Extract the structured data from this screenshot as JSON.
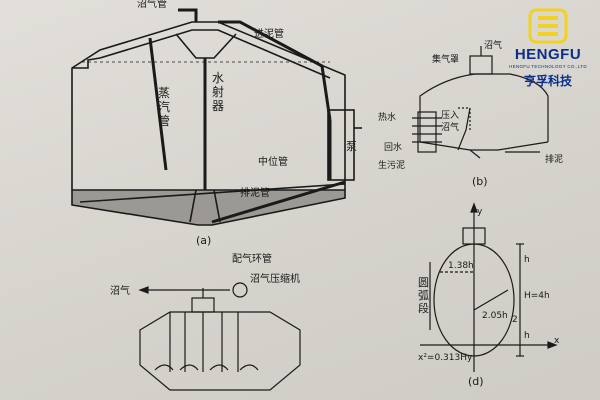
{
  "diagram": {
    "a": {
      "caption": "(a)",
      "labels": {
        "biogas_pipe": "沼气管",
        "sludge_inlet": "进泥管",
        "water_ejector": "水射器",
        "steam_pipe": "蒸汽管",
        "pump": "泵",
        "middle_pipe": "中位管",
        "discharge_pipe": "排泥管"
      }
    },
    "b": {
      "caption": "(b)",
      "labels": {
        "biogas": "沼气",
        "gas_hood": "集气罩",
        "hot_water": "热水",
        "press_in_biogas": "压入沼气",
        "return_water": "回水",
        "raw_sludge": "生污泥",
        "discharge": "排泥"
      }
    },
    "c": {
      "labels": {
        "gas_ring": "配气环管",
        "biogas": "沼气",
        "compressor": "沼气压缩机"
      }
    },
    "d": {
      "caption": "(d)",
      "labels": {
        "y_axis": "y",
        "x_axis": "x",
        "arc_segment": "圆弧段",
        "dim_138": "1.38h",
        "dim_205": "2.05h",
        "dim_h": "h",
        "dim_H": "H=4h",
        "dim_hb": "h",
        "dim_2": "2",
        "equation": "x²=0.313Hy"
      }
    }
  },
  "logo": {
    "brand": "HENGFU",
    "subtitle": "HENGFU TECHNOLOGY CO.,LTD",
    "chinese": "亨孚科技",
    "color": "#0a2f8a",
    "accent": "#f2d21f"
  }
}
